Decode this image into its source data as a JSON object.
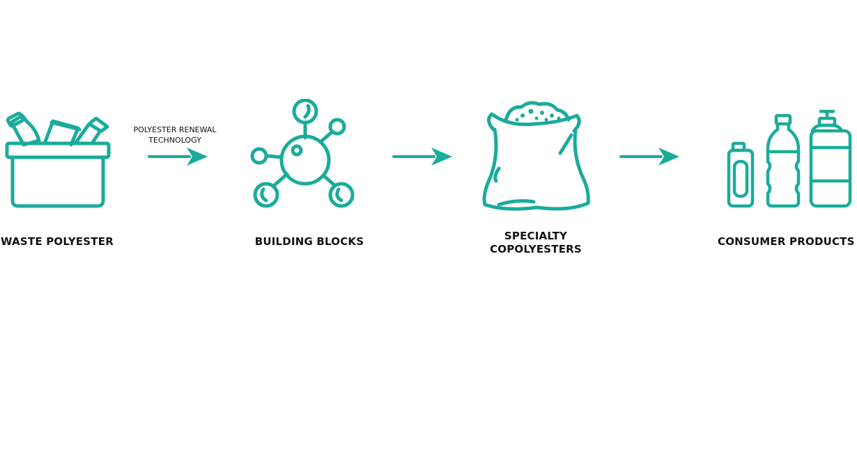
{
  "colors": {
    "accent": "#1aab9b",
    "text": "#111111",
    "background": "#ffffff"
  },
  "steps": [
    {
      "label": "WASTE POLYESTER",
      "icon": "recycling-basket-icon"
    },
    {
      "label": "BUILDING BLOCKS",
      "icon": "molecule-icon"
    },
    {
      "label_line1": "SPECIALTY",
      "label_line2": "COPOLYESTERS",
      "icon": "pellet-sack-icon"
    },
    {
      "label": "CONSUMER PRODUCTS",
      "icon": "bottles-icon"
    }
  ],
  "arrows": [
    {
      "caption_line1": "POLYESTER RENEWAL",
      "caption_line2": "TECHNOLOGY",
      "icon": "arrow-right-icon"
    },
    {
      "icon": "arrow-right-icon"
    },
    {
      "icon": "arrow-right-icon"
    }
  ]
}
